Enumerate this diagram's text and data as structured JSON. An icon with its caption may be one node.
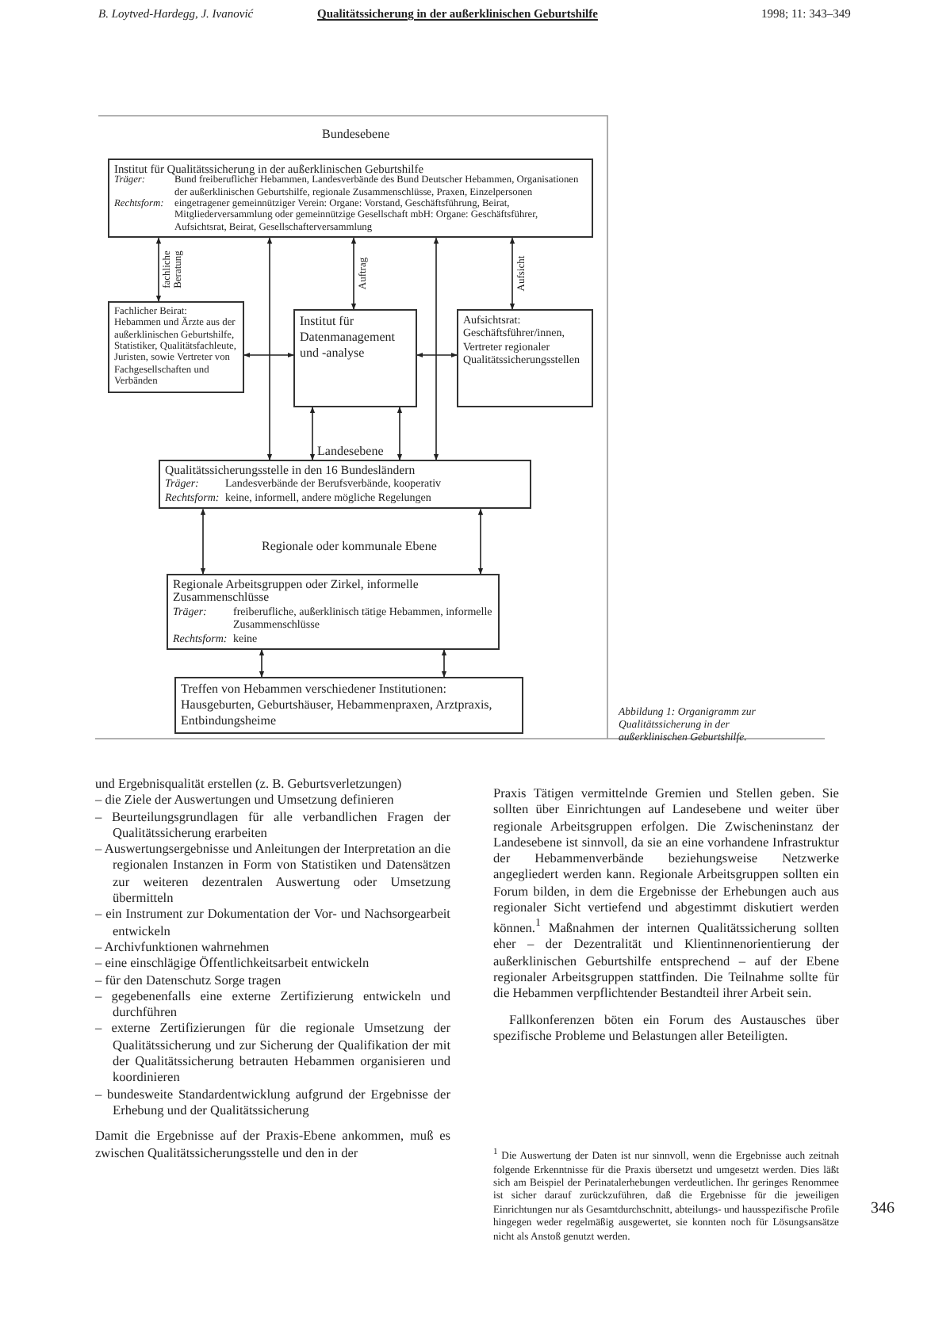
{
  "diagram": {
    "caption": "Abbildung 1: Organigramm zur Qualitätssicherung in der außerklinischen Geburtshilfe.",
    "nodes": [
      {
        "text": [
          "Institut für Qualitätssicherung in der außerklinischen Geburtshilfe",
          "Träger:",
          "Bund freiberuflicher Hebammen, Landesverbände des Bund Deutscher Hebammen, Organisationen der außerklinischen Geburtshilfe, regionale Zusammenschlüsse, Praxen, Einzelpersonen",
          "Rechtsform:",
          "eingetragener gemeinnütziger Verein: Organe: Vorstand, Geschäftsführung, Beirat, Mitgliederversammlung oder gemeinnützige Gesellschaft mbH: Organe: Geschäftsführer, Aufsichtsrat, Beirat, Gesellschafterversammlung"
        ]
      },
      {
        "text": [
          "Fachlicher Beirat:",
          "Hebammen und Ärzte aus der außerklinischen Geburtshilfe, Statistiker, Qualitätsfachleute, Juristen, sowie Vertreter von Fachgesellschaften und Verbänden"
        ]
      },
      {
        "text": [
          "Institut für Datenmanagement und -analyse"
        ]
      },
      {
        "text": [
          "Aufsichtsrat:",
          "Geschäftsführer/innen, Vertreter regionaler Qualitätssicherungsstellen"
        ]
      },
      {
        "text": [
          "Qualitätssicherungsstelle in den 16 Bundesländern",
          "Träger:",
          "Landesverbände der Berufsverbände, kooperativ",
          "Rechtsform:",
          "keine, informell, andere mögliche Regelungen"
        ]
      },
      {
        "text": [
          "Regionale Arbeitsgruppen oder Zirkel, informelle Zusammenschlüsse",
          "Träger:",
          "freiberufliche, außerklinisch tätige Hebammen, informelle Zusammenschlüsse",
          "Rechtsform:",
          "keine"
        ]
      },
      {
        "text": [
          "Treffen von Hebammen verschiedener Institutionen: Hausgeburten, Geburtshäuser, Hebammenpraxen, Arztpraxis, Entbindungsheime"
        ]
      }
    ],
    "edges": [
      {
        "from": 0,
        "to": 1,
        "arrow": "both",
        "label": "fachliche Beratung"
      },
      {
        "from": 0,
        "to": 2,
        "arrow": "both",
        "label": "Auftrag"
      },
      {
        "from": 0,
        "to": 3,
        "arrow": "both",
        "label": "Aufsicht"
      },
      {
        "from": 1,
        "to": 2,
        "arrow": "both"
      },
      {
        "from": 2,
        "to": 3,
        "arrow": "both"
      },
      {
        "from": 0,
        "to": 4,
        "arrow": "both"
      },
      {
        "from": 0,
        "to": 4,
        "arrow": "both"
      },
      {
        "from": 2,
        "to": 4,
        "arrow": "both"
      },
      {
        "from": 2,
        "to": 4,
        "arrow": "both"
      },
      {
        "from": 4,
        "to": 5,
        "arrow": "both"
      },
      {
        "from": 4,
        "to": 5,
        "arrow": "both"
      },
      {
        "from": 5,
        "to": 6,
        "arrow": "both"
      },
      {
        "from": 5,
        "to": 6,
        "arrow": "both"
      }
    ],
    "labels": [
      "B. Loytved-Hardegg, J. Ivanović",
      "Qualitätssicherung in der außerklinischen Geburtshilfe",
      "1998; 11: 343–349",
      "Bundesebene",
      "Landesebene",
      "Regionale oder kommunale Ebene",
      "und Ergebnisqualität erstellen (z. B. Geburtsverletzungen)",
      "– die Ziele der Auswertungen und Umsetzung definieren",
      "– Beurteilungsgrundlagen für alle verbandlichen Fragen der Qualitätssicherung erarbeiten",
      "– Auswertungsergebnisse und Anleitungen der Interpretation an die regionalen Instanzen in Form von Statistiken und Datensätzen zur weiteren dezentralen Auswertung oder Umsetzung übermitteln",
      "– ein Instrument zur Dokumentation der Vor- und Nachsorgearbeit entwickeln",
      "– Archivfunktionen wahrnehmen",
      "– eine einschlägige Öffentlichkeitsarbeit entwickeln",
      "– für den Datenschutz Sorge tragen",
      "– gegebenenfalls eine externe Zertifizierung entwickeln und durchführen",
      "– externe Zertifizierungen für die regionale Umsetzung der Qualitätssicherung und zur Sicherung der Qualifikation der mit der Qualitätssicherung betrauten Hebammen organisieren und koordinieren",
      "– bundesweite Standardentwicklung aufgrund der Ergebnisse der Erhebung und der Qualitätssicherung",
      "Damit die Ergebnisse auf der Praxis-Ebene ankommen, muß es zwischen Qualitätssicherungsstelle und den in der",
      "Praxis Tätigen vermittelnde Gremien und Stellen geben. Sie sollten über Einrichtungen auf Landesebene und weiter über regionale Arbeitsgruppen erfolgen. Die Zwischeninstanz der Landesebene ist sinnvoll, da sie an eine vorhandene Infrastruktur der Hebammenverbände beziehungsweise Netzwerke angegliedert werden kann. Regionale Arbeitsgruppen sollten ein Forum bilden, in dem die Ergebnisse der Erhebungen auch aus regionaler Sicht vertiefend und abgestimmt diskutiert werden können.$^{1}$ Maßnahmen der internen Qualitätssicherung sollten eher – der Dezentralität und Klientinnenorientierung der außerklinischen Geburtshilfe entsprechend – auf der Ebene regionaler Arbeitsgruppen stattfinden. Die Teilnahme sollte für die Hebammen verpflichtender Bestandteil ihrer Arbeit sein.",
      "Fallkonferenzen böten ein Forum des Austausches über spezifische Probleme und Belastungen aller Beteiligten.",
      "$^{1}$ Die Auswertung der Daten ist nur sinnvoll, wenn die Ergebnisse auch zeitnah folgende Erkenntnisse für die Praxis übersetzt und umgesetzt werden. Dies läßt sich am Beispiel der Perinatalerhebungen verdeutlichen. Ihr geringes Renommee ist sicher darauf zurückzuführen, daß die Ergebnisse für die jeweiligen Einrichtungen nur als Gesamtdurchschnitt, abteilungs- und hausspezifische Profile hingegen weder regelmäßig ausgewertet, sie konnten noch für Lösungsansätze nicht als Anstoß genutzt werden.",
      "346"
    ]
  }
}
